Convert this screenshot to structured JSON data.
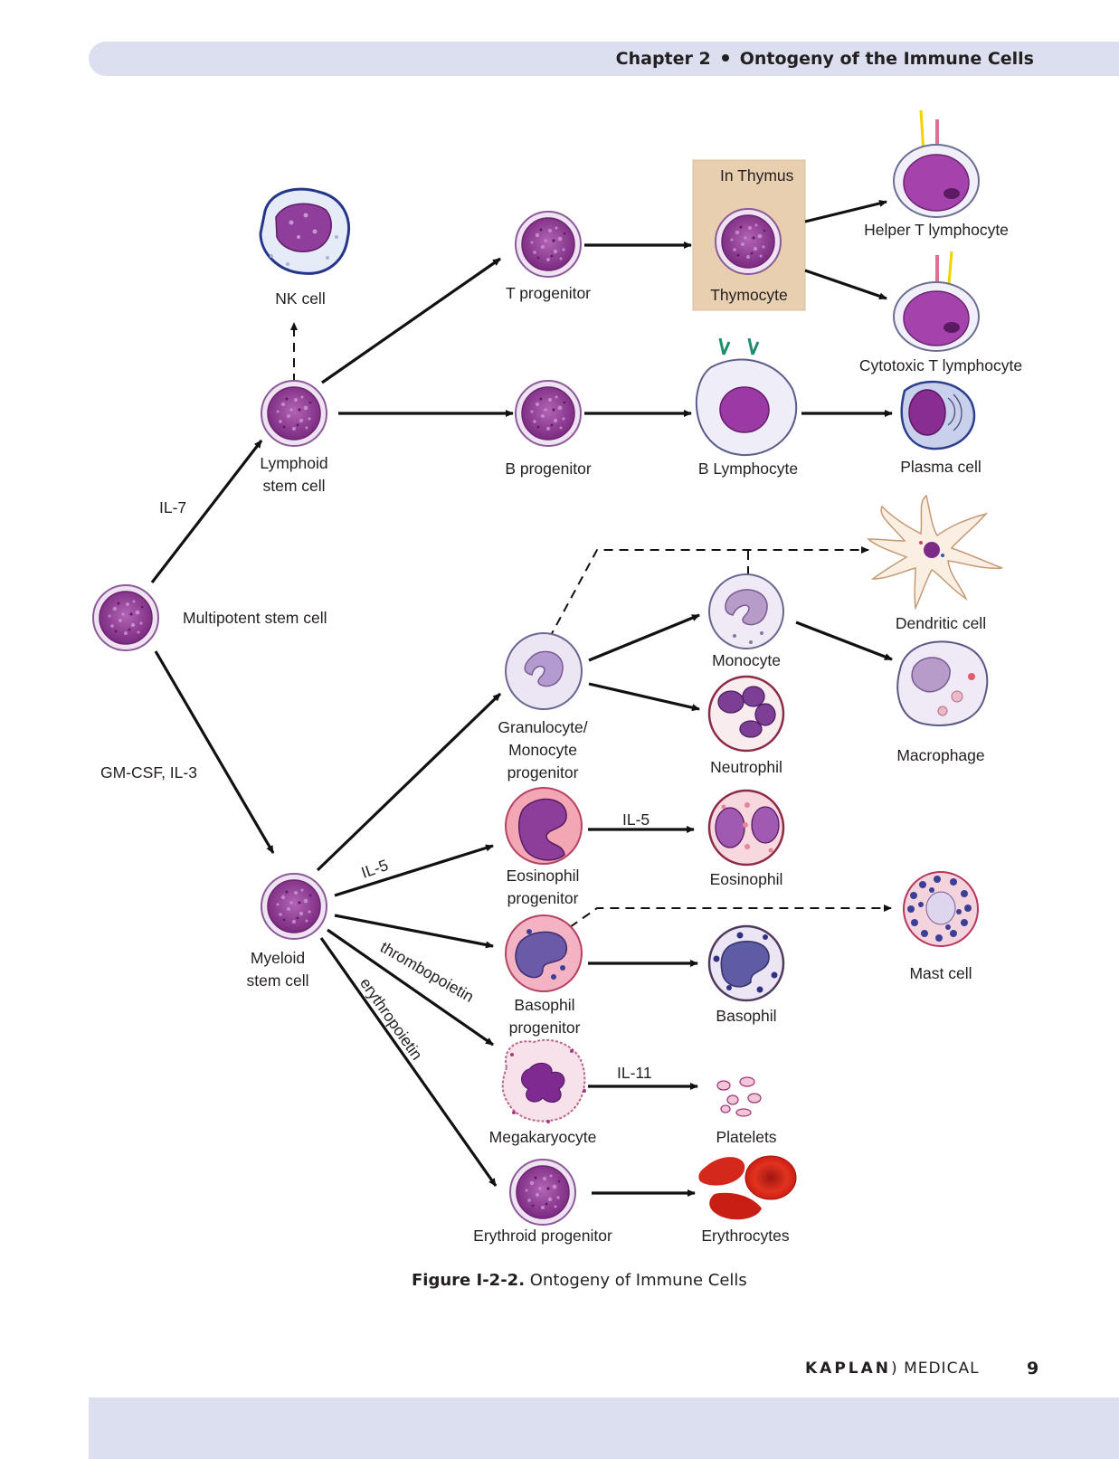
{
  "header": {
    "chapter": "Chapter 2",
    "title": "Ontogeny of the Immune Cells"
  },
  "footer": {
    "brand_bold": "KAPLAN",
    "brand_rest": "MEDICAL",
    "page_number": "9"
  },
  "caption": {
    "label": "Figure I-2-2.",
    "text": "Ontogeny of Immune Cells"
  },
  "thymus_box": {
    "title": "In Thymus"
  },
  "cells": {
    "multipotent": "Multipotent stem cell",
    "lymphoid_1": "Lymphoid",
    "lymphoid_2": "stem cell",
    "nk": "NK cell",
    "t_progenitor": "T progenitor",
    "thymocyte": "Thymocyte",
    "helper_t": "Helper T lymphocyte",
    "cytotoxic_t": "Cytotoxic T lymphocyte",
    "b_progenitor": "B progenitor",
    "b_lymphocyte": "B Lymphocyte",
    "plasma": "Plasma cell",
    "dendritic": "Dendritic cell",
    "monocyte": "Monocyte",
    "macrophage": "Macrophage",
    "gm_prog_1": "Granulocyte/",
    "gm_prog_2": "Monocyte",
    "gm_prog_3": "progenitor",
    "neutrophil": "Neutrophil",
    "eos_prog_1": "Eosinophil",
    "eos_prog_2": "progenitor",
    "eosinophil": "Eosinophil",
    "myeloid_1": "Myeloid",
    "myeloid_2": "stem cell",
    "mast": "Mast cell",
    "baso_prog_1": "Basophil",
    "baso_prog_2": "progenitor",
    "basophil": "Basophil",
    "megakaryocyte": "Megakaryocyte",
    "platelets": "Platelets",
    "erythroid_prog": "Erythroid progenitor",
    "erythrocytes": "Erythrocytes"
  },
  "factors": {
    "il7": "IL-7",
    "gmcsf": "GM-CSF, IL-3",
    "il5_a": "IL-5",
    "il5_b": "IL-5",
    "tpo": "thrombopoietin",
    "epo": "erythropoietin",
    "il11": "IL-11"
  },
  "colors": {
    "band": "#dcdff0",
    "thymus_box": "#e8cfb0",
    "stem_fill": "#8e3a93",
    "stem_ring": "#e9d6ef",
    "eos_cytoplasm": "#f3a7b4",
    "erythrocyte": "#d6281c"
  }
}
